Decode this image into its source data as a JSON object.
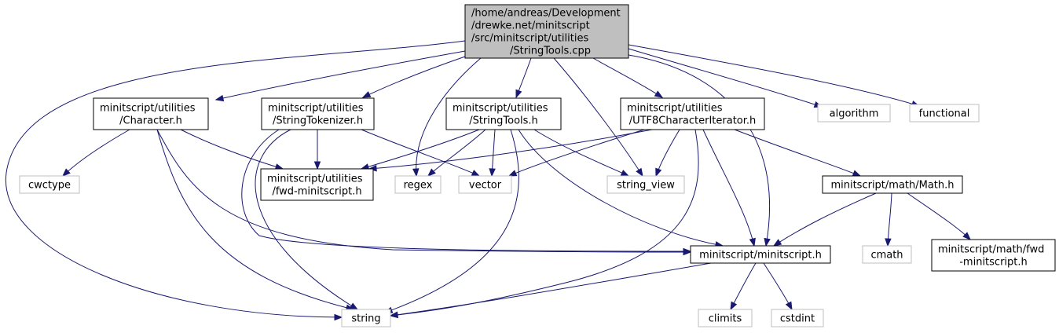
{
  "colors": {
    "edge": "#191970",
    "root_fill": "#bfbfbf",
    "root_stroke": "#000000",
    "internal_stroke": "#000000",
    "external_stroke": "#bfbfbf",
    "external_text": "#000000"
  },
  "nodes": [
    {
      "id": "root",
      "kind": "root",
      "lines": [
        "/home/andreas/Development",
        "/drewke.net/minitscript",
        "/src/minitscript/utilities",
        "/StringTools.cpp"
      ]
    },
    {
      "id": "character_h",
      "kind": "internal",
      "lines": [
        "minitscript/utilities",
        "/Character.h"
      ]
    },
    {
      "id": "stringtokenizer_h",
      "kind": "internal",
      "lines": [
        "minitscript/utilities",
        "/StringTokenizer.h"
      ]
    },
    {
      "id": "stringtools_h",
      "kind": "internal",
      "lines": [
        "minitscript/utilities",
        "/StringTools.h"
      ]
    },
    {
      "id": "utf8_h",
      "kind": "internal",
      "lines": [
        "minitscript/utilities",
        "/UTF8CharacterIterator.h"
      ]
    },
    {
      "id": "algorithm",
      "kind": "external",
      "lines": [
        "algorithm"
      ]
    },
    {
      "id": "functional",
      "kind": "external",
      "lines": [
        "functional"
      ]
    },
    {
      "id": "cwctype",
      "kind": "external",
      "lines": [
        "cwctype"
      ]
    },
    {
      "id": "fwd_minitscript_h",
      "kind": "internal",
      "lines": [
        "minitscript/utilities",
        "/fwd-minitscript.h"
      ]
    },
    {
      "id": "regex",
      "kind": "external",
      "lines": [
        "regex"
      ]
    },
    {
      "id": "vector",
      "kind": "external",
      "lines": [
        "vector"
      ]
    },
    {
      "id": "string_view",
      "kind": "external",
      "lines": [
        "string_view"
      ]
    },
    {
      "id": "math_h",
      "kind": "internal",
      "lines": [
        "minitscript/math/Math.h"
      ]
    },
    {
      "id": "minitscript_h",
      "kind": "internal",
      "lines": [
        "minitscript/minitscript.h"
      ]
    },
    {
      "id": "cmath",
      "kind": "external",
      "lines": [
        "cmath"
      ]
    },
    {
      "id": "math_fwd_h",
      "kind": "internal",
      "lines": [
        "minitscript/math/fwd",
        "-minitscript.h"
      ]
    },
    {
      "id": "string",
      "kind": "external",
      "lines": [
        "string"
      ]
    },
    {
      "id": "climits",
      "kind": "external",
      "lines": [
        "climits"
      ]
    },
    {
      "id": "cstdint",
      "kind": "external",
      "lines": [
        "cstdint"
      ]
    }
  ],
  "edges": [
    {
      "from": "root",
      "to": "character_h"
    },
    {
      "from": "root",
      "to": "stringtokenizer_h"
    },
    {
      "from": "root",
      "to": "stringtools_h"
    },
    {
      "from": "root",
      "to": "utf8_h"
    },
    {
      "from": "root",
      "to": "algorithm"
    },
    {
      "from": "root",
      "to": "functional"
    },
    {
      "from": "root",
      "to": "regex"
    },
    {
      "from": "root",
      "to": "string_view"
    },
    {
      "from": "root",
      "to": "minitscript_h"
    },
    {
      "from": "root",
      "to": "string"
    },
    {
      "from": "character_h",
      "to": "cwctype"
    },
    {
      "from": "character_h",
      "to": "fwd_minitscript_h"
    },
    {
      "from": "character_h",
      "to": "minitscript_h"
    },
    {
      "from": "character_h",
      "to": "string"
    },
    {
      "from": "stringtokenizer_h",
      "to": "fwd_minitscript_h"
    },
    {
      "from": "stringtokenizer_h",
      "to": "vector"
    },
    {
      "from": "stringtokenizer_h",
      "to": "minitscript_h"
    },
    {
      "from": "stringtokenizer_h",
      "to": "string"
    },
    {
      "from": "stringtools_h",
      "to": "fwd_minitscript_h"
    },
    {
      "from": "stringtools_h",
      "to": "regex"
    },
    {
      "from": "stringtools_h",
      "to": "vector"
    },
    {
      "from": "stringtools_h",
      "to": "string_view"
    },
    {
      "from": "stringtools_h",
      "to": "minitscript_h"
    },
    {
      "from": "stringtools_h",
      "to": "string"
    },
    {
      "from": "utf8_h",
      "to": "fwd_minitscript_h"
    },
    {
      "from": "utf8_h",
      "to": "vector"
    },
    {
      "from": "utf8_h",
      "to": "string_view"
    },
    {
      "from": "utf8_h",
      "to": "math_h"
    },
    {
      "from": "utf8_h",
      "to": "minitscript_h"
    },
    {
      "from": "utf8_h",
      "to": "string"
    },
    {
      "from": "math_h",
      "to": "minitscript_h"
    },
    {
      "from": "math_h",
      "to": "cmath"
    },
    {
      "from": "math_h",
      "to": "math_fwd_h"
    },
    {
      "from": "minitscript_h",
      "to": "string"
    },
    {
      "from": "minitscript_h",
      "to": "climits"
    },
    {
      "from": "minitscript_h",
      "to": "cstdint"
    }
  ]
}
